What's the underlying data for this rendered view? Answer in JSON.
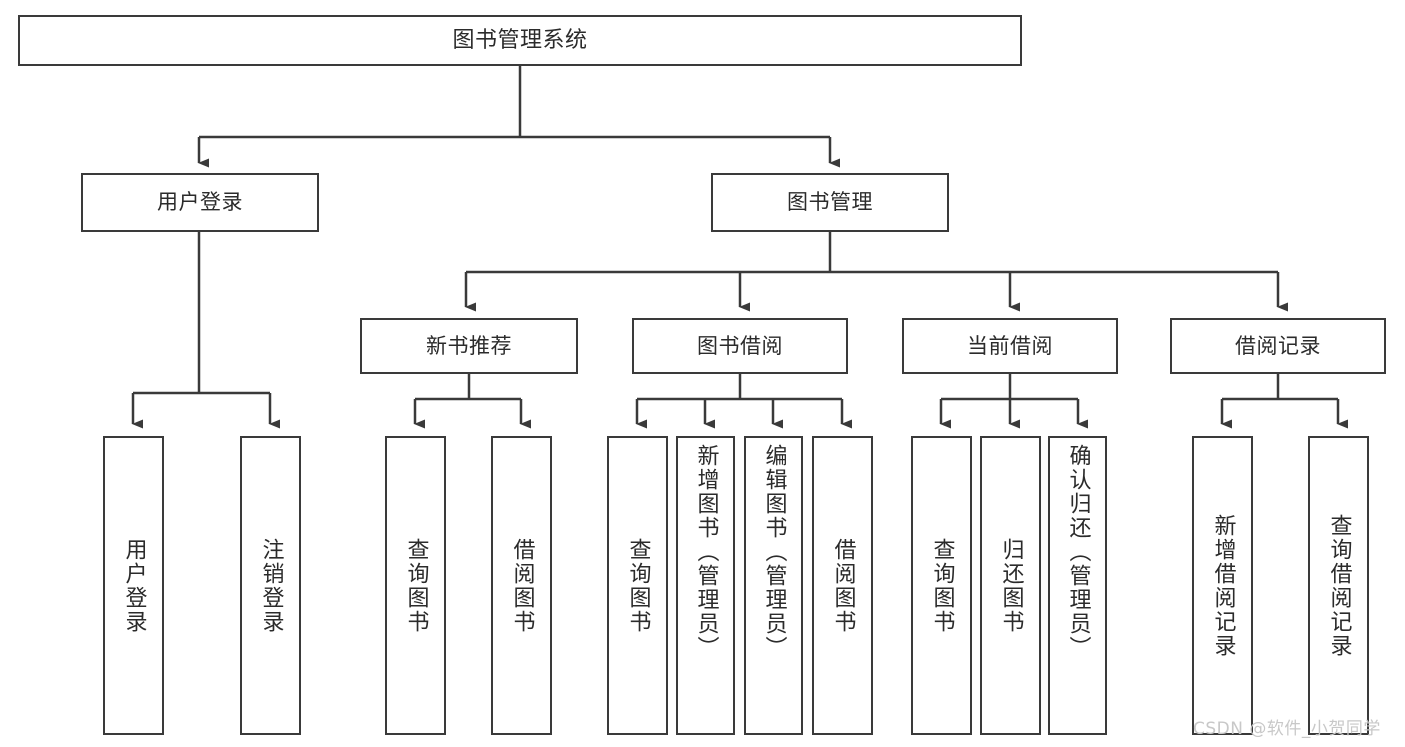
{
  "diagram": {
    "title": "图书管理系统",
    "type": "tree",
    "orientation": "top-down",
    "colors": {
      "background": "#ffffff",
      "box_stroke": "#3a3a3a",
      "box_fill": "#ffffff",
      "text": "#2b2b2b",
      "edge": "#3a3a3a",
      "watermark": "#c8c8c8"
    }
  },
  "watermark": {
    "text": "CSDN @软件_小贺同学"
  },
  "nodes": {
    "root": {
      "label": "图书管理系统"
    },
    "level2": [
      {
        "label": "用户登录"
      },
      {
        "label": "图书管理"
      }
    ],
    "level3": [
      {
        "label": "新书推荐"
      },
      {
        "label": "图书借阅"
      },
      {
        "label": "当前借阅"
      },
      {
        "label": "借阅记录"
      }
    ],
    "leaves": {
      "user_login": [
        {
          "label": "用户登录"
        },
        {
          "label": "注销登录"
        }
      ],
      "new_book": [
        {
          "label": "查询图书"
        },
        {
          "label": "借阅图书"
        }
      ],
      "book_borrow": [
        {
          "label": "查询图书"
        },
        {
          "label": "新增图书（管理员）"
        },
        {
          "label": "编辑图书（管理员）"
        },
        {
          "label": "借阅图书"
        }
      ],
      "current_borrow": [
        {
          "label": "查询图书"
        },
        {
          "label": "归还图书"
        },
        {
          "label": "确认归还（管理员）"
        }
      ],
      "borrow_record": [
        {
          "label": "新增借阅记录"
        },
        {
          "label": "查询借阅记录"
        }
      ]
    }
  }
}
